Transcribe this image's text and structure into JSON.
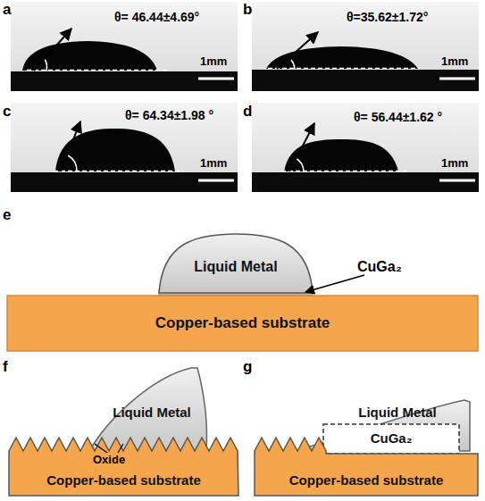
{
  "diagram": {
    "nodes": [
      {
        "text": [
          "Liquid Metal"
        ]
      },
      {
        "text": [
          "Copper-based substrate"
        ]
      },
      {
        "text": [
          "Liquid Metal"
        ]
      },
      {
        "text": [
          "Copper-based substrate"
        ]
      },
      {
        "text": [
          "Liquid Metal"
        ]
      },
      {
        "text": [
          "CuGa₂"
        ]
      },
      {
        "text": [
          "Copper-based substrate"
        ]
      }
    ],
    "labels": [
      "a",
      "θ= 46.44±4.69°",
      "1mm",
      "b",
      "θ=35.62±1.72°",
      "1mm",
      "c",
      "θ= 64.34±1.98 °",
      "1mm",
      "d",
      "θ= 56.44±1.62 °",
      "1mm",
      "e",
      "CuGa₂",
      "f",
      "Oxide",
      "g"
    ]
  }
}
